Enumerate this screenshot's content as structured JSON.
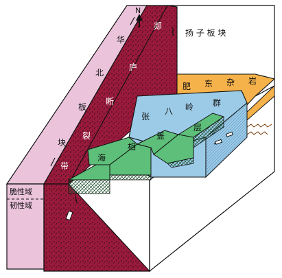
{
  "labels": {
    "yangtze_block": "扬 子 板 块",
    "north_china_block": [
      "华",
      "北",
      "板",
      "块"
    ],
    "fault_zone": [
      "郯",
      "庐",
      "断",
      "裂",
      "带"
    ],
    "feidong_complex": [
      "肥",
      "东",
      "杂",
      "岩"
    ],
    "zhangbaling_group": [
      "张",
      "八",
      "岭",
      "群"
    ],
    "haizixiang": [
      "海",
      "相",
      "盖",
      "层"
    ],
    "brittle_domain": "脆性域",
    "ductile_domain": "韧性域",
    "north_arrow": "N"
  },
  "colors": {
    "north_china_pink": "#ebc4dc",
    "fault_red": "#9a1a3c",
    "orange_complex": "#f5b24a",
    "blue_group": "#9ccbe8",
    "green_cover": "#5dbf79",
    "outline": "#111111"
  }
}
